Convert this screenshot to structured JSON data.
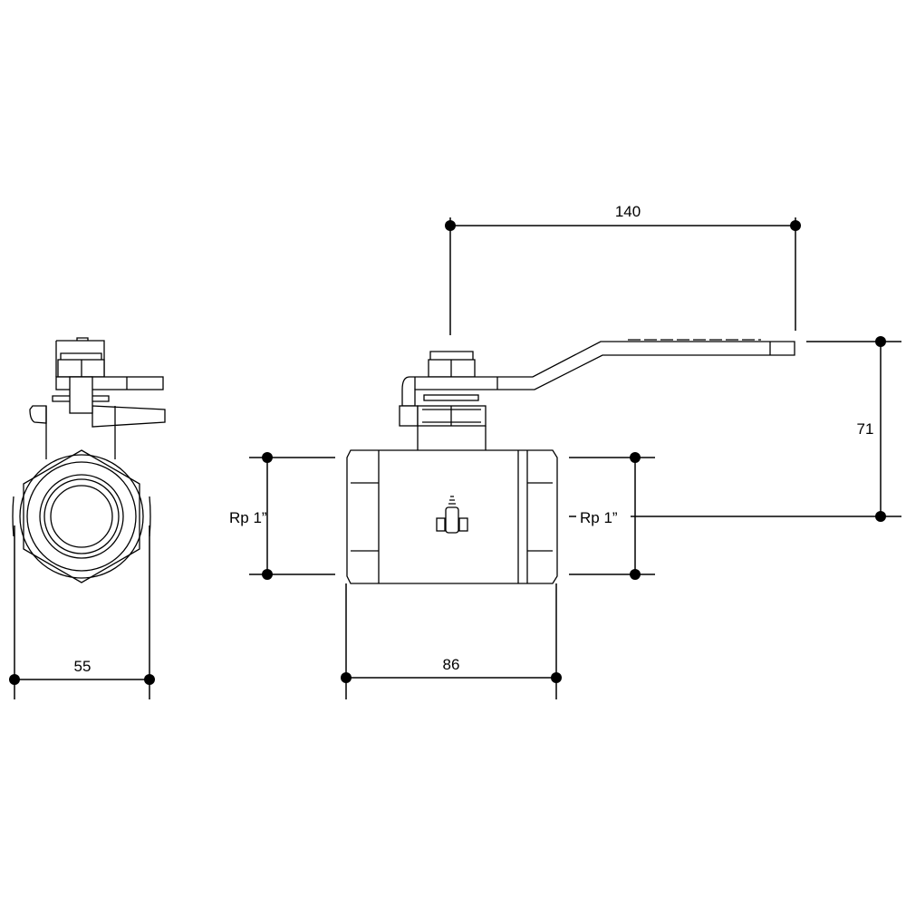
{
  "dimensions": {
    "handle_length": "140",
    "handle_height": "71",
    "thread_left": "Rp 1”",
    "thread_right": "Rp 1”",
    "body_length": "86",
    "side_width": "55"
  },
  "colors": {
    "line": "#000000",
    "background": "#ffffff"
  }
}
